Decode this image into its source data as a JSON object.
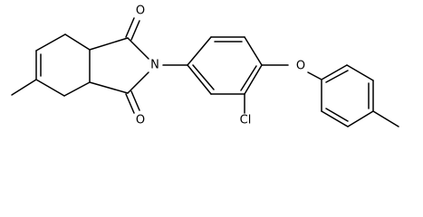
{
  "structure": {
    "atoms": {
      "o_top": "O",
      "o_bottom": "O",
      "n_imide": "N",
      "cl": "Cl",
      "o_ether": "O"
    }
  }
}
